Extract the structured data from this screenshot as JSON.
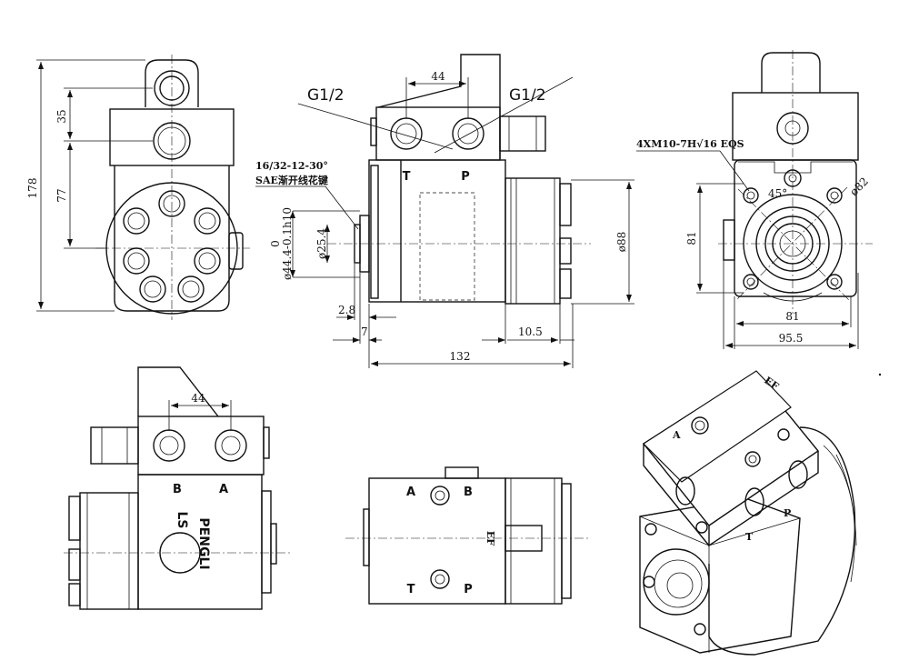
{
  "views": {
    "left_top": {
      "dimensions": {
        "overall_height": "178",
        "upper": "35",
        "lower": "77"
      }
    },
    "center_top": {
      "dimensions": {
        "port_spacing": "44",
        "port_thread_left": "G1/2",
        "port_thread_right": "G1/2",
        "spline_spec_line1": "16/32-12-30°",
        "spline_spec_line2": "SAE渐开线花键",
        "pilot_dia": "ø44.4-0.1h10",
        "pilot_tol_upper": "0",
        "shaft_dia": "ø25.4",
        "body_dia": "ø88",
        "dim_2_8": "2.8",
        "dim_7": "7",
        "dim_10_5": "10.5",
        "overall_length": "132"
      },
      "ports": {
        "t": "T",
        "p": "P"
      }
    },
    "right_top": {
      "dimensions": {
        "thread_callout": "4XM10-7H√16 EQS",
        "angle": "45°",
        "pcd": "ø82",
        "bolt_vertical": "81",
        "bolt_horizontal": "81",
        "overall_width": "95.5"
      }
    },
    "left_bottom": {
      "dimensions": {
        "port_spacing": "44"
      },
      "ports": {
        "b": "B",
        "a": "A"
      },
      "brand_text": "PENGLI",
      "model_text": "LS"
    },
    "center_bottom": {
      "ports": {
        "a": "A",
        "b": "B",
        "t": "T",
        "p": "P",
        "ef": "EF"
      }
    },
    "iso": {
      "ports": {
        "a": "A",
        "t": "T",
        "p": "P",
        "ef": "EF"
      }
    }
  }
}
